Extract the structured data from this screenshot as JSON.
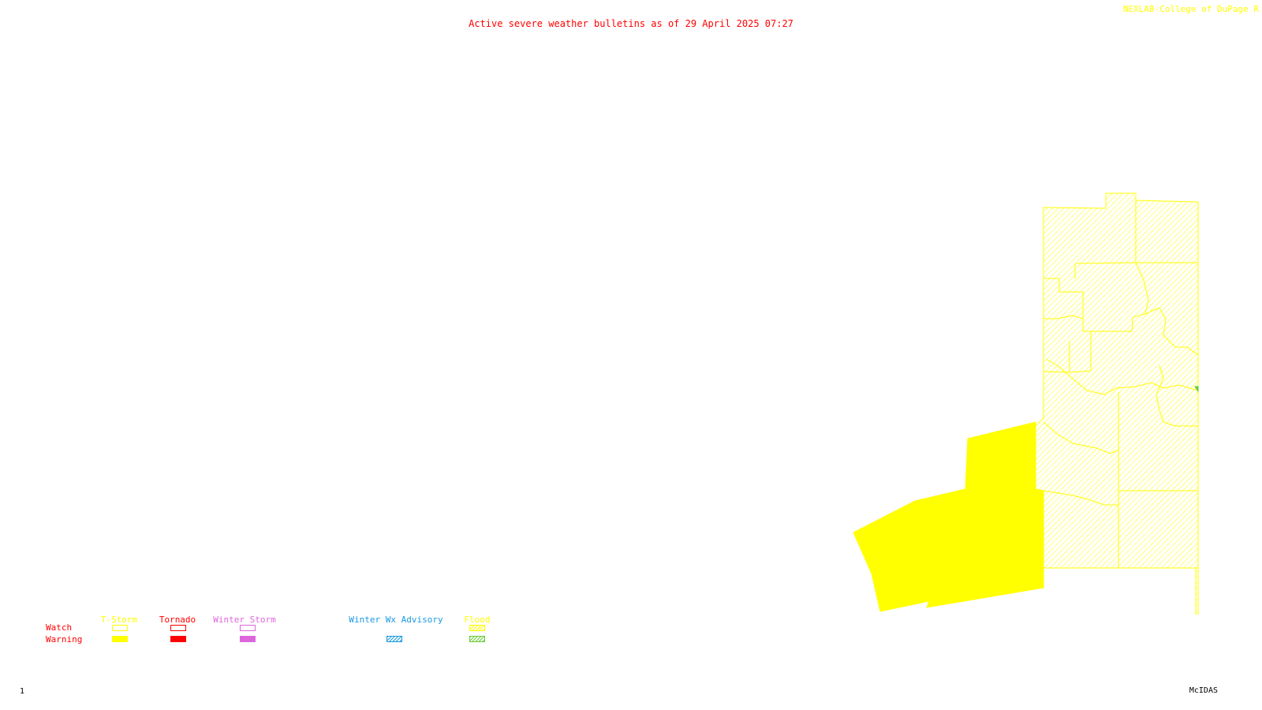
{
  "header": {
    "title": "Active severe weather bulletins as of 29 April 2025 07:27",
    "credit": "NEXLAB-College of DuPage R",
    "title_color": "#ff0000",
    "credit_color": "#ffff00"
  },
  "legend": {
    "row_labels": {
      "watch": "Watch",
      "warning": "Warning"
    },
    "row_label_color": "#ff0000",
    "categories": [
      {
        "label": "T-Storm",
        "color": "#ffff00",
        "watch_style": "outline",
        "warning_style": "solid"
      },
      {
        "label": "Tornado",
        "color": "#ff0000",
        "watch_style": "outline",
        "warning_style": "solid"
      },
      {
        "label": "Winter Storm",
        "color": "#dd66dd",
        "watch_style": "outline",
        "warning_style": "solid"
      },
      {
        "label": "Winter Wx Advisory",
        "color": "#1a9ae0",
        "watch_style": "none",
        "warning_style": "hatched"
      },
      {
        "label": "Flood",
        "color": "#ffff00",
        "warning_color": "#66cc33",
        "watch_style": "hatched",
        "warning_style": "hatched"
      }
    ]
  },
  "map": {
    "warning_color": "#ffff00",
    "flood_watch_color": "#ffff00",
    "flood_warning_color": "#66cc33"
  },
  "footer": {
    "frame_number": "1",
    "software": "McIDAS"
  }
}
